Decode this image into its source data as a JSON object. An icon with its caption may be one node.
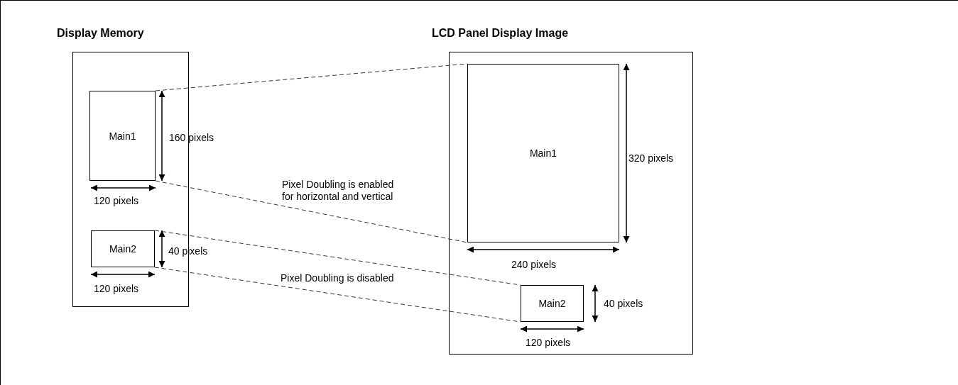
{
  "diagram": {
    "nodes": [
      {
        "text": [
          "Display Memory"
        ]
      },
      {
        "text": [
          "Main1"
        ],
        "in": 0
      },
      {
        "text": [
          "Main2"
        ],
        "in": 0
      },
      {
        "text": [
          "LCD Panel Display Image"
        ]
      },
      {
        "text": [
          "Main1"
        ],
        "in": 3
      },
      {
        "text": [
          "Main2"
        ],
        "in": 3
      }
    ],
    "edges": [
      {
        "from": 1,
        "to": 4,
        "arrow": "none",
        "style": "dashed"
      },
      {
        "from": 1,
        "to": 4,
        "arrow": "none",
        "style": "dashed"
      },
      {
        "from": 2,
        "to": 5,
        "arrow": "none",
        "style": "dashed"
      },
      {
        "from": 2,
        "to": 5,
        "arrow": "none",
        "style": "dashed"
      }
    ],
    "labels": [
      "160 pixels",
      "120 pixels",
      "40 pixels",
      "120 pixels",
      "Pixel Doubling is enabled for horizontal and vertical",
      "320 pixels",
      "240 pixels",
      "Pixel Doubling is disabled",
      "40 pixels",
      "120 pixels"
    ]
  }
}
